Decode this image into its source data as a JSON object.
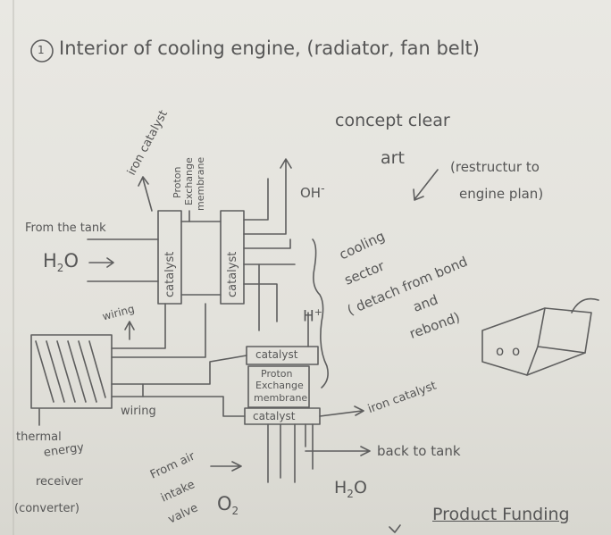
{
  "title": {
    "number": "1",
    "text": "Interior of cooling engine, (radiator, fan belt)"
  },
  "labels": {
    "concept_clear": "concept clear",
    "art": "art",
    "restructure_note": "(restructur to",
    "restructure_note_2": "engine plan)",
    "iron_catalyst_top": "iron catalyst",
    "proton_1": "Proton",
    "exchange_1": "Exchange",
    "membrane_1": "membrane",
    "oh_minus": "OH",
    "oh_sup": "-",
    "from_the_tank": "From the tank",
    "h2o_in": "H",
    "h2o_in_sub": "2",
    "h2o_in_end": "O",
    "catalyst_left": "catalyst",
    "catalyst_right": "catalyst",
    "cooling": "cooling",
    "sector": "sector",
    "detach": "( detach from bond",
    "and": "and",
    "rebond": "rebond)",
    "h_plus": "H",
    "h_plus_sup": "+",
    "wiring_top": "wiring",
    "wiring_bottom": "wiring",
    "catalyst_upper": "catalyst",
    "proton_2": "Proton",
    "exchange_2": "Exchange",
    "membrane_2": "membrane",
    "catalyst_lower": "catalyst",
    "iron_catalyst_right": "iron catalyst",
    "back_to_tank": "back to tank",
    "h2o_out": "H",
    "h2o_out_sub": "2",
    "h2o_out_end": "O",
    "from_air": "From air",
    "intake": "intake",
    "valve": "valve",
    "o2": "O",
    "o2_sub": "2",
    "thermal": "thermal",
    "energy": "energy",
    "receiver": "receiver",
    "converter": "(converter)",
    "product_funding": "Product Funding",
    "box_dots": "o o"
  }
}
